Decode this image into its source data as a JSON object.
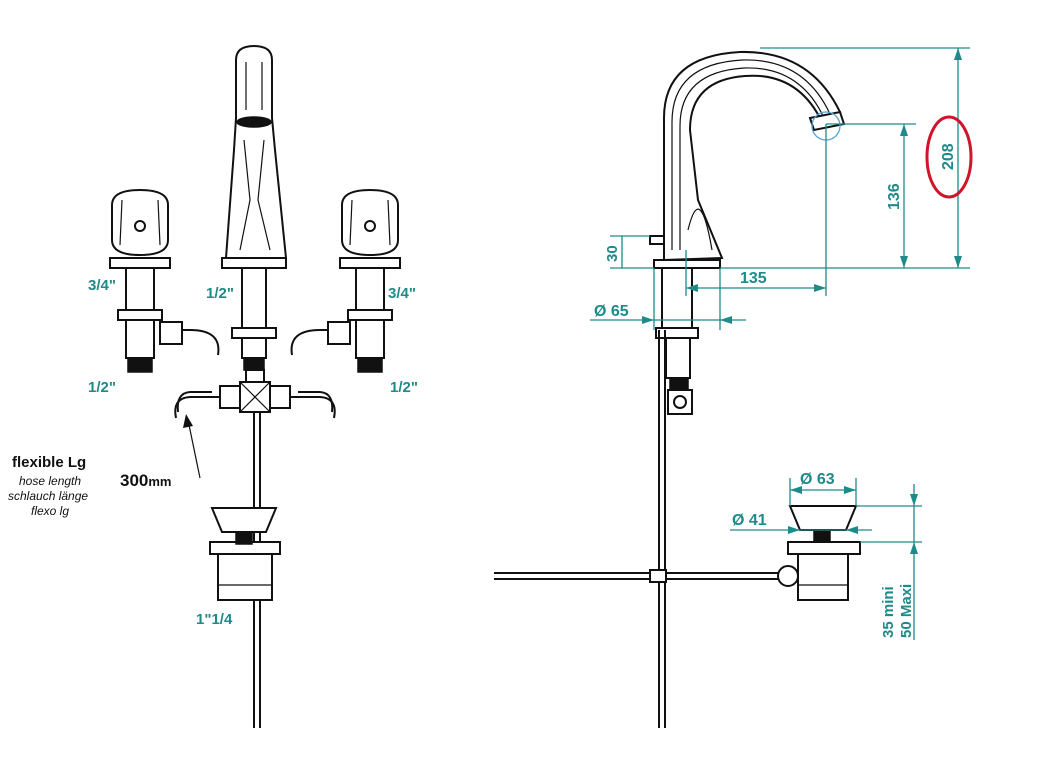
{
  "left_view": {
    "inlet_left": "3/4\"",
    "inlet_center": "1/2\"",
    "inlet_right": "3/4\"",
    "outlet_left": "1/2\"",
    "outlet_right": "1/2\"",
    "hose_title": "flexible Lg",
    "hose_en": "hose length",
    "hose_de": "schlauch länge",
    "hose_fr": "flexo lg",
    "hose_value": "300",
    "hose_unit": "mm",
    "waste_size": "1\"1/4"
  },
  "right_view": {
    "dim_total_height": "208",
    "dim_spout_height": "136",
    "dim_deck_height": "30",
    "dim_spout_reach": "135",
    "dim_hole": "Ø  65",
    "dim_waste_top": "Ø  63",
    "dim_waste_inner": "Ø  41",
    "dim_waste_mini": "35  mini",
    "dim_waste_maxi": "50 Maxi"
  },
  "colors": {
    "dimension": "#1f8a8a",
    "drawing": "#111111",
    "highlight": "#d0142a"
  }
}
